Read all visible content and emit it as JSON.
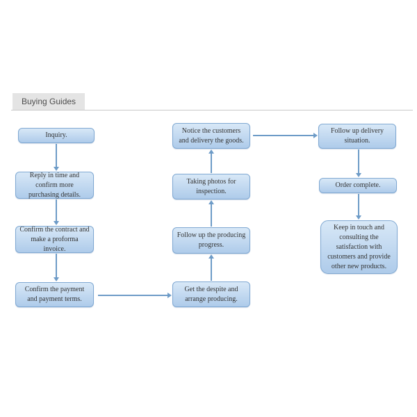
{
  "tab": {
    "label": "Buying Guides"
  },
  "theme": {
    "box_fill_top": "#d8e8f7",
    "box_fill_bottom": "#aecbea",
    "box_border": "#7fa8d2",
    "arrow": "#6d9bc7",
    "text": "#333333",
    "tab_bg": "#e4e4e4",
    "tab_text": "#4d4d4d",
    "divider": "#c9c9c9",
    "background": "#ffffff"
  },
  "diagram": {
    "nodes": [
      {
        "id": "inquiry",
        "label": "Inquiry."
      },
      {
        "id": "reply",
        "label": "Reply in time and confirm more purchasing details."
      },
      {
        "id": "contract",
        "label": "Confirm the contract and make a proforma invoice."
      },
      {
        "id": "payment",
        "label": "Confirm the payment and payment terms."
      },
      {
        "id": "notice",
        "label": "Notice the customers and delivery the goods."
      },
      {
        "id": "photos",
        "label": "Taking photos for inspection."
      },
      {
        "id": "progress",
        "label": "Follow up the producing progress."
      },
      {
        "id": "despite",
        "label": "Get the despite and arrange producing."
      },
      {
        "id": "delivery",
        "label": "Follow up delivery situation."
      },
      {
        "id": "complete",
        "label": "Order complete."
      },
      {
        "id": "keep-in-touch",
        "label": "Keep in touch and consulting the satisfaction with customers and provide other new products."
      }
    ],
    "edges": [
      {
        "from": "inquiry",
        "to": "reply",
        "direction": "down"
      },
      {
        "from": "reply",
        "to": "contract",
        "direction": "down"
      },
      {
        "from": "contract",
        "to": "payment",
        "direction": "down"
      },
      {
        "from": "payment",
        "to": "despite",
        "direction": "right"
      },
      {
        "from": "despite",
        "to": "progress",
        "direction": "up"
      },
      {
        "from": "progress",
        "to": "photos",
        "direction": "up"
      },
      {
        "from": "photos",
        "to": "notice",
        "direction": "up"
      },
      {
        "from": "notice",
        "to": "delivery",
        "direction": "right"
      },
      {
        "from": "delivery",
        "to": "complete",
        "direction": "down"
      },
      {
        "from": "complete",
        "to": "keep-in-touch",
        "direction": "down"
      }
    ]
  }
}
